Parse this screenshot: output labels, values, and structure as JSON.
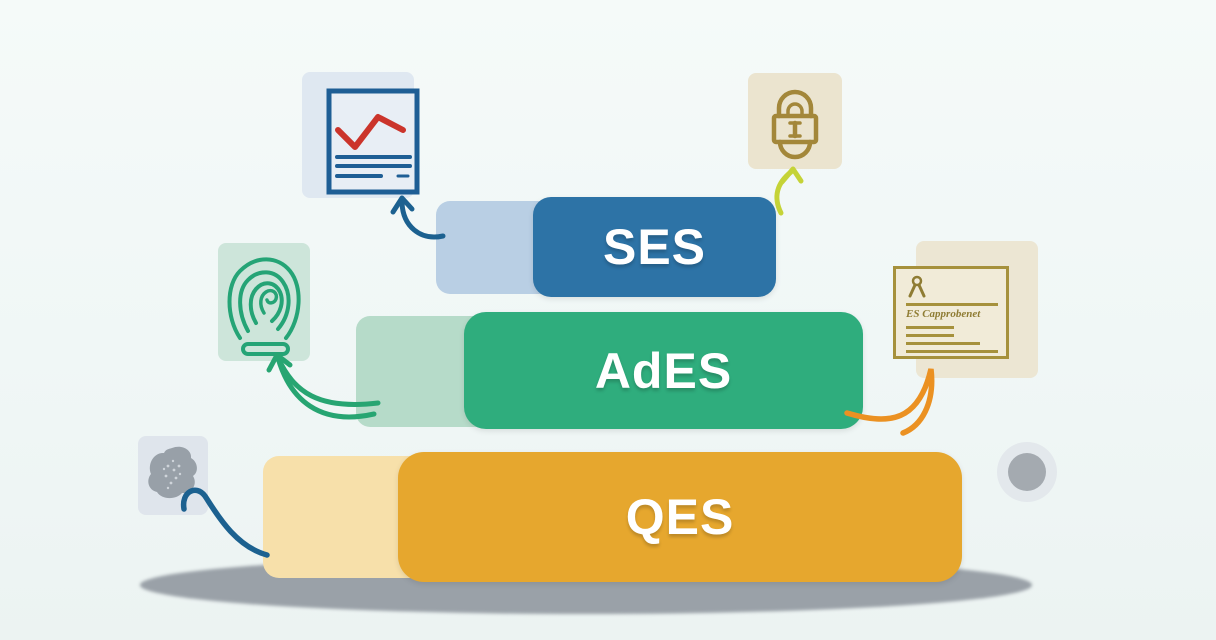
{
  "diagram": {
    "description": "Electronic signature levels stacked pyramid",
    "levels": [
      {
        "id": "ses",
        "label": "SES",
        "position": "top"
      },
      {
        "id": "ades",
        "label": "AdES",
        "position": "middle"
      },
      {
        "id": "qes",
        "label": "QES",
        "position": "bottom"
      }
    ],
    "certificate": {
      "title": "ES Capprobenet"
    },
    "icons": [
      {
        "name": "document-chart-icon",
        "meaning": "signed document with red trend line"
      },
      {
        "name": "padlock-icon",
        "meaning": "security lock"
      },
      {
        "name": "fingerprint-icon",
        "meaning": "biometric identity"
      },
      {
        "name": "certificate-icon",
        "meaning": "qualified certificate"
      },
      {
        "name": "ink-blob-icon",
        "meaning": "ink smudge seal"
      },
      {
        "name": "dot-marker",
        "meaning": "gray circular marker"
      }
    ]
  },
  "colors": {
    "background": "#f0f7f6",
    "ses": "#2d73a6",
    "ses_tint": "#b9cfe4",
    "ades": "#2fad7d",
    "ades_tint": "#b6dbc9",
    "qes": "#e6a72e",
    "qes_tint": "#f7e0aa",
    "ground_shadow": "#9aa1a8",
    "arrow_blue": "#1c6190",
    "arrow_yellow_green": "#c5d337",
    "arrow_green": "#27a572",
    "arrow_orange": "#eb9122",
    "lock_stroke": "#a3873a",
    "certificate_stroke": "#a6913c",
    "fingerprint_stroke": "#25a476",
    "document_stroke": "#1e5e95",
    "document_chart_line": "#cb342b"
  }
}
